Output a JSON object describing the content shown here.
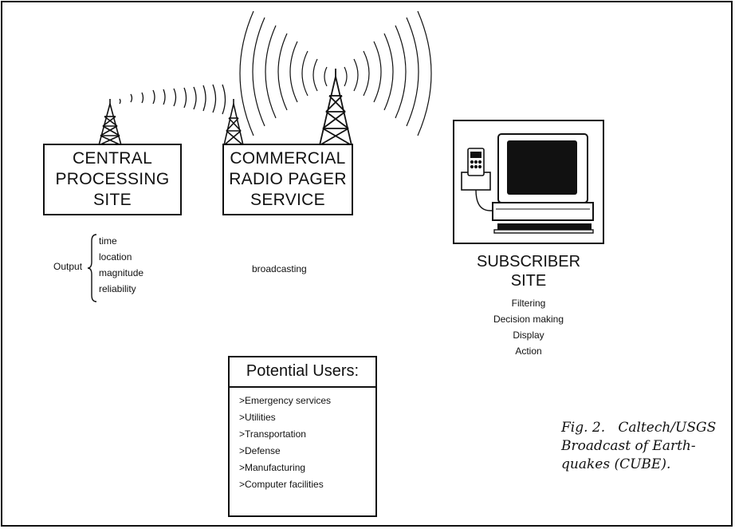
{
  "central_site": {
    "label": "CENTRAL\nPROCESSING\nSITE"
  },
  "pager_service": {
    "label": "COMMERCIAL\nRADIO PAGER\nSERVICE"
  },
  "output": {
    "label": "Output",
    "items": [
      "time",
      "location",
      "magnitude",
      "reliability"
    ]
  },
  "broadcasting_label": "broadcasting",
  "subscriber": {
    "title_line1": "SUBSCRIBER",
    "title_line2": "SITE",
    "functions": [
      "Filtering",
      "Decision making",
      "Display",
      "Action"
    ]
  },
  "potential_users": {
    "title": "Potential Users:",
    "items": [
      ">Emergency services",
      ">Utilities",
      ">Transportation",
      ">Defense",
      ">Manufacturing",
      ">Computer facilities"
    ]
  },
  "caption": {
    "line1": "Fig. 2.   Caltech/USGS",
    "line2": "Broadcast of Earth-",
    "line3": "quakes (CUBE)."
  }
}
